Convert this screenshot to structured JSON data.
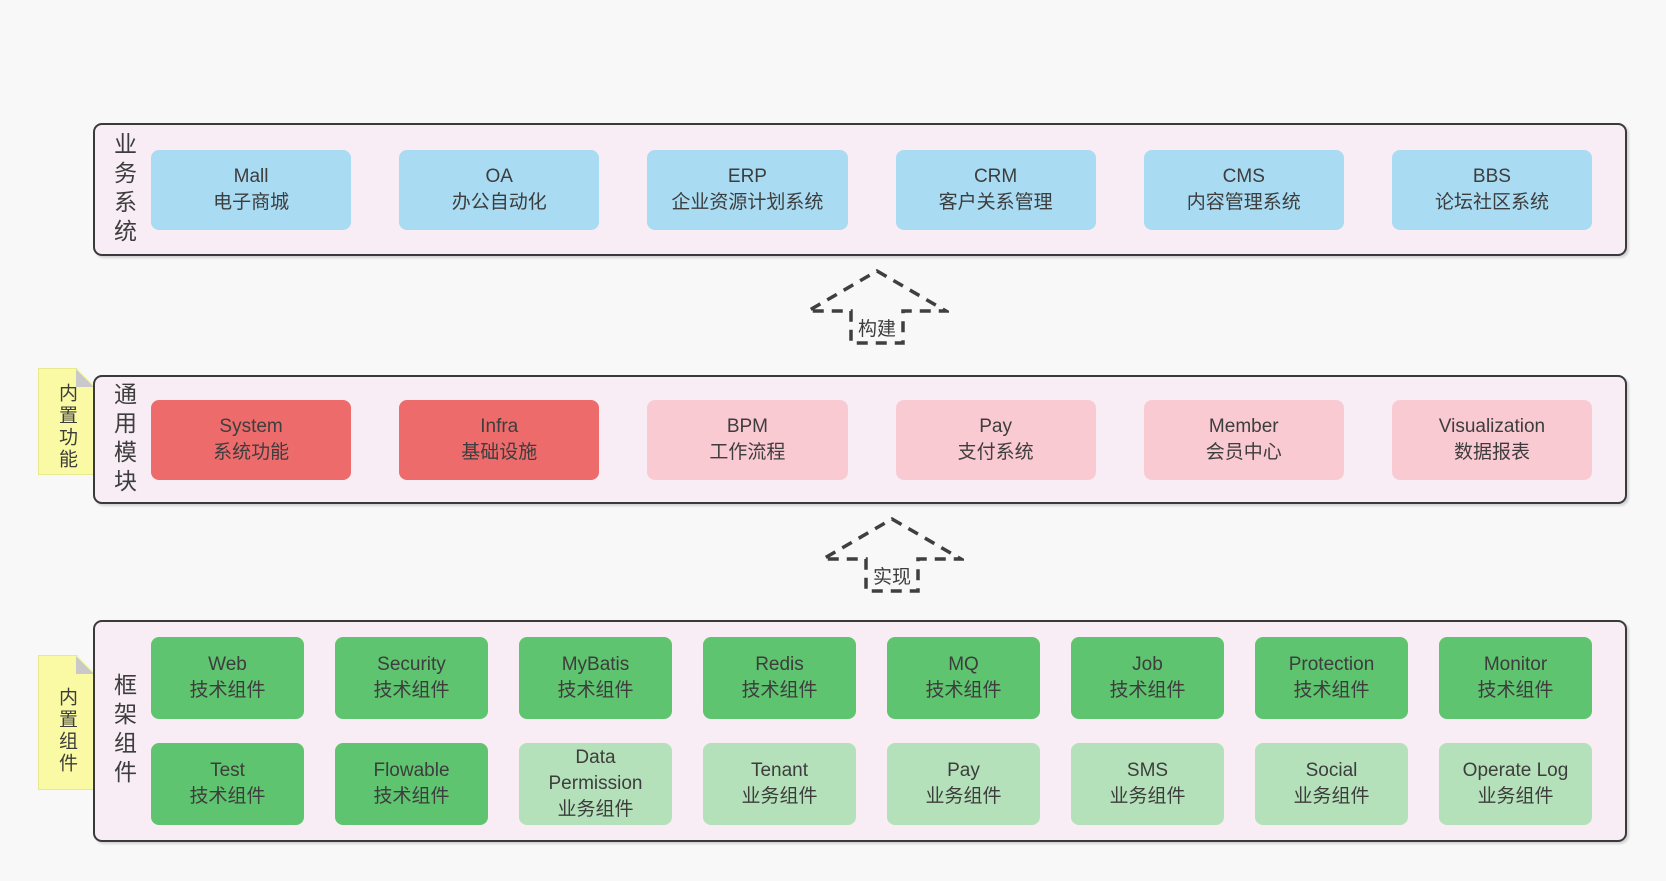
{
  "colors": {
    "page-bg": "#f8f8f8",
    "layer-bg": "#f8edf5",
    "layer-border": "#3a3a3a",
    "box-blue": "#a9dbf2",
    "box-red": "#ee6b6c",
    "box-pink": "#facad3",
    "box-green": "#5ec46f",
    "box-lightgreen": "#b4e1b9",
    "note-bg": "#fafaa4",
    "note-border": "#e8e88f",
    "note-fold": "#c9c9c9",
    "text": "#3d3d3d",
    "arrow": "#3f3f3f"
  },
  "layers": [
    {
      "id": "business-systems",
      "title": "业务系统",
      "note": null,
      "rows": [
        [
          {
            "en": "Mall",
            "zh": "电子商城",
            "type": "blue"
          },
          {
            "en": "OA",
            "zh": "办公自动化",
            "type": "blue"
          },
          {
            "en": "ERP",
            "zh": "企业资源计划系统",
            "type": "blue"
          },
          {
            "en": "CRM",
            "zh": "客户关系管理",
            "type": "blue"
          },
          {
            "en": "CMS",
            "zh": "内容管理系统",
            "type": "blue"
          },
          {
            "en": "BBS",
            "zh": "论坛社区系统",
            "type": "blue"
          }
        ]
      ]
    },
    {
      "id": "common-modules",
      "title": "通用模块",
      "note": "内置功能",
      "rows": [
        [
          {
            "en": "System",
            "zh": "系统功能",
            "type": "red"
          },
          {
            "en": "Infra",
            "zh": "基础设施",
            "type": "red"
          },
          {
            "en": "BPM",
            "zh": "工作流程",
            "type": "pink"
          },
          {
            "en": "Pay",
            "zh": "支付系统",
            "type": "pink"
          },
          {
            "en": "Member",
            "zh": "会员中心",
            "type": "pink"
          },
          {
            "en": "Visualization",
            "zh": "数据报表",
            "type": "pink"
          }
        ]
      ]
    },
    {
      "id": "framework-components",
      "title": "框架组件",
      "note": "内置组件",
      "rows": [
        [
          {
            "en": "Web",
            "zh": "技术组件",
            "type": "green"
          },
          {
            "en": "Security",
            "zh": "技术组件",
            "type": "green"
          },
          {
            "en": "MyBatis",
            "zh": "技术组件",
            "type": "green"
          },
          {
            "en": "Redis",
            "zh": "技术组件",
            "type": "green"
          },
          {
            "en": "MQ",
            "zh": "技术组件",
            "type": "green"
          },
          {
            "en": "Job",
            "zh": "技术组件",
            "type": "green"
          },
          {
            "en": "Protection",
            "zh": "技术组件",
            "type": "green"
          },
          {
            "en": "Monitor",
            "zh": "技术组件",
            "type": "green"
          }
        ],
        [
          {
            "en": "Test",
            "zh": "技术组件",
            "type": "green"
          },
          {
            "en": "Flowable",
            "zh": "技术组件",
            "type": "green"
          },
          {
            "en": "Data Permission",
            "zh": "业务组件",
            "type": "lightgreen"
          },
          {
            "en": "Tenant",
            "zh": "业务组件",
            "type": "lightgreen"
          },
          {
            "en": "Pay",
            "zh": "业务组件",
            "type": "lightgreen"
          },
          {
            "en": "SMS",
            "zh": "业务组件",
            "type": "lightgreen"
          },
          {
            "en": "Social",
            "zh": "业务组件",
            "type": "lightgreen"
          },
          {
            "en": "Operate Log",
            "zh": "业务组件",
            "type": "lightgreen"
          }
        ]
      ]
    }
  ],
  "arrows": [
    {
      "label": "构建"
    },
    {
      "label": "实现"
    }
  ]
}
